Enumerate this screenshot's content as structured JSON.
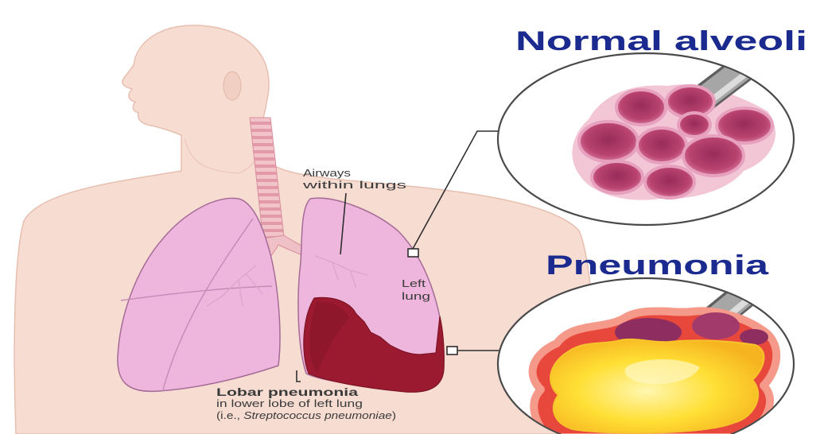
{
  "titles": {
    "normal_alveoli": "Normal alveoli",
    "pneumonia": "Pneumonia"
  },
  "labels": {
    "airways": [
      "Airways",
      "within lungs"
    ],
    "left_lung": [
      "Left",
      "lung"
    ],
    "lobar": {
      "title": "Lobar pneumonia",
      "line2": "in lower lobe of left lung",
      "line3_prefix": "(i.e., ",
      "line3_italic": "Streptococcus pneumoniae",
      "line3_suffix": ")"
    }
  },
  "colors": {
    "title_text": "#1b2a8f",
    "label_text": "#3a3a3a",
    "skin": "#f7dcd2",
    "healthy_lung": "#eeb6dc",
    "infected_lobe": "#9c1a30",
    "alveolus": "#b8406f",
    "exudate": "#ffd92a",
    "inflamed_rim": "#e8483c"
  }
}
